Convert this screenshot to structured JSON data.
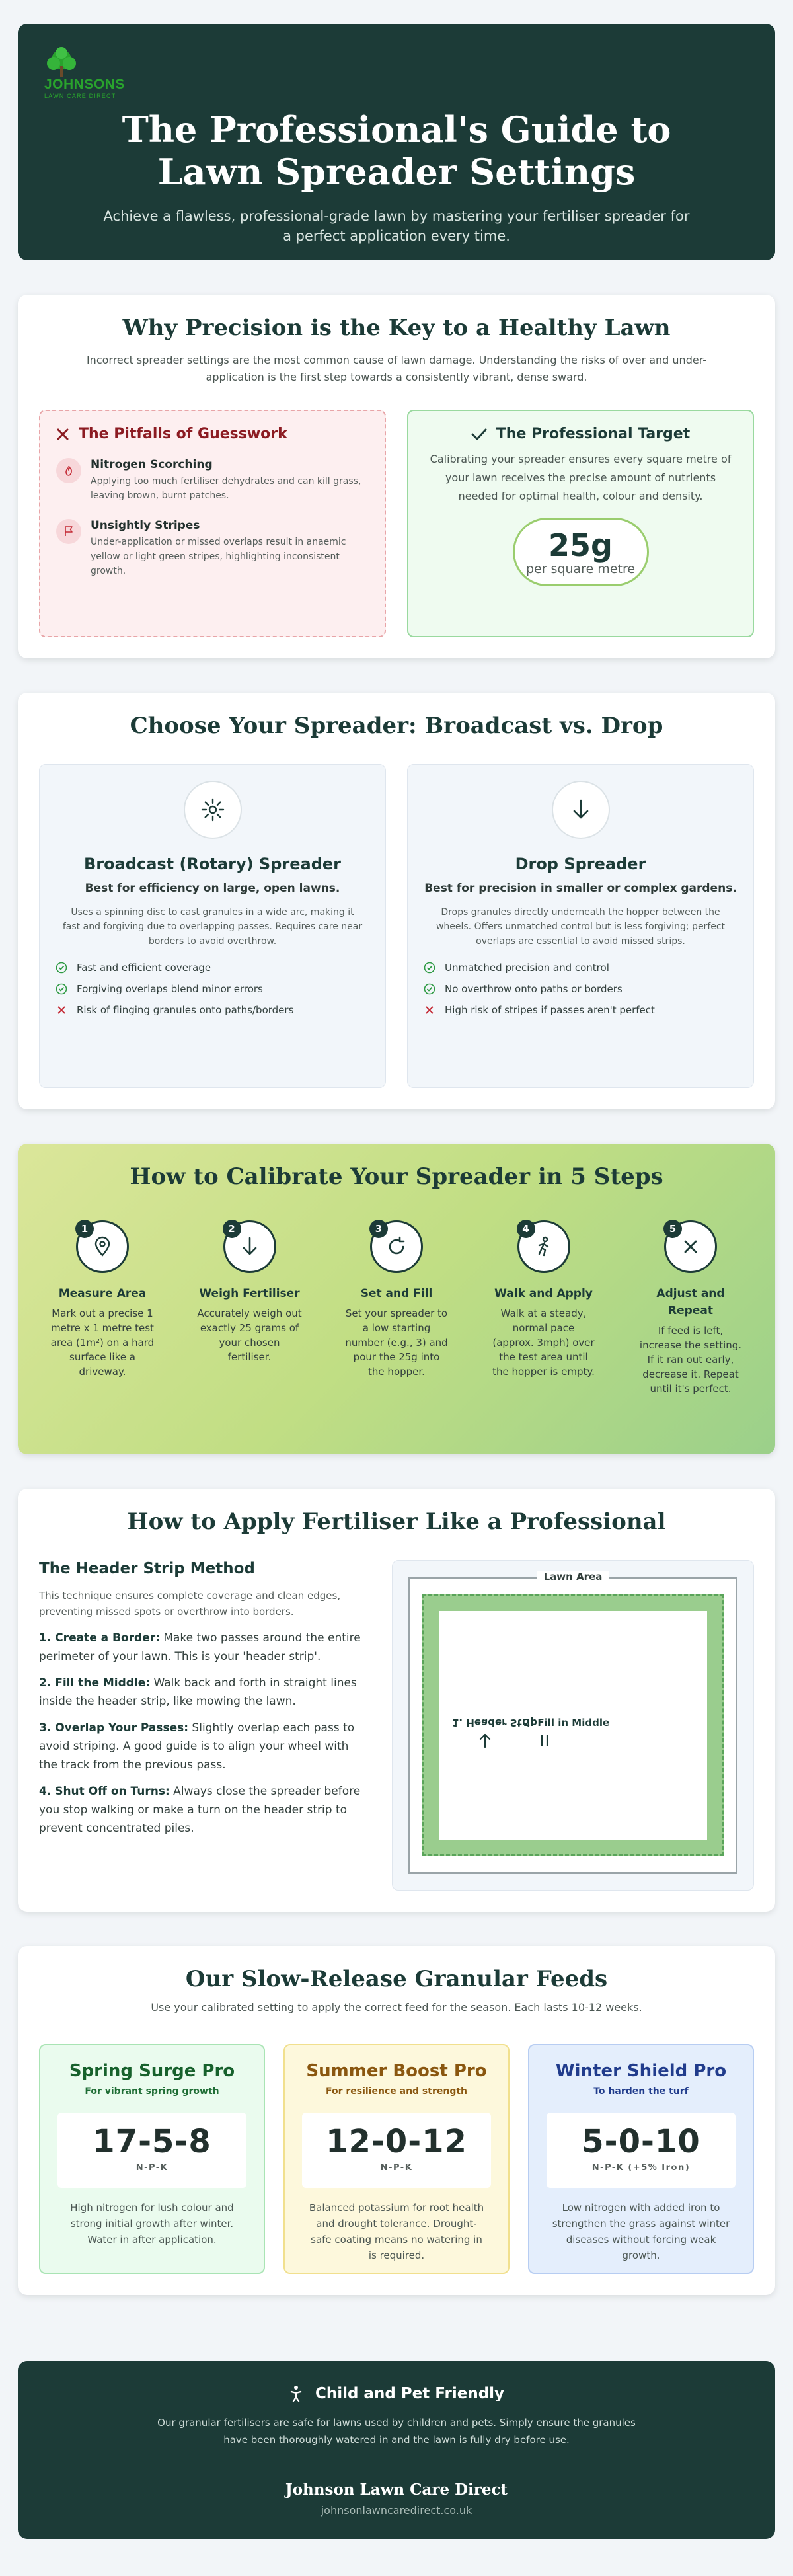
{
  "hero": {
    "logo_word": "JOHNSONS",
    "logo_sub": "LAWN CARE DIRECT",
    "title": "The Professional's Guide to Lawn Spreader Settings",
    "subtitle": "Achieve a flawless, professional-grade lawn by mastering your fertiliser spreader for a perfect application every time."
  },
  "precision": {
    "title": "Why Precision is the Key to a Healthy Lawn",
    "lead": "Incorrect spreader settings are the most common cause of lawn damage. Understanding the risks of over and under-application is the first step towards a consistently vibrant, dense sward.",
    "pitfalls_title": "The Pitfalls of Guesswork",
    "pitfalls": [
      {
        "title": "Nitrogen Scorching",
        "text": "Applying too much fertiliser dehydrates and can kill grass, leaving brown, burnt patches.",
        "icon": "fire-icon"
      },
      {
        "title": "Unsightly Stripes",
        "text": "Under-application or missed overlaps result in anaemic yellow or light green stripes, highlighting inconsistent growth.",
        "icon": "flag-icon"
      }
    ],
    "target_title": "The Professional Target",
    "target_text": "Calibrating your spreader ensures every square metre of your lawn receives the precise amount of nutrients needed for optimal health, colour and density.",
    "target_value": "25g",
    "target_unit": "per square metre"
  },
  "spreaders": {
    "title": "Choose Your Spreader: Broadcast vs. Drop",
    "items": [
      {
        "name": "Broadcast (Rotary) Spreader",
        "best": "Best for efficiency on large, open lawns.",
        "desc": "Uses a spinning disc to cast granules in a wide arc, making it fast and forgiving due to overlapping passes. Requires care near borders to avoid overthrow.",
        "points": [
          {
            "text": "Fast and efficient coverage",
            "type": "pro"
          },
          {
            "text": "Forgiving overlaps blend minor errors",
            "type": "pro"
          },
          {
            "text": "Risk of flinging granules onto paths/borders",
            "type": "con"
          }
        ]
      },
      {
        "name": "Drop Spreader",
        "best": "Best for precision in smaller or complex gardens.",
        "desc": "Drops granules directly underneath the hopper between the wheels. Offers unmatched control but is less forgiving; perfect overlaps are essential to avoid missed strips.",
        "points": [
          {
            "text": "Unmatched precision and control",
            "type": "pro"
          },
          {
            "text": "No overthrow onto paths or borders",
            "type": "pro"
          },
          {
            "text": "High risk of stripes if passes aren't perfect",
            "type": "con"
          }
        ]
      }
    ]
  },
  "calibrate": {
    "title": "How to Calibrate Your Spreader in 5 Steps",
    "steps": [
      {
        "num": "1",
        "title": "Measure Area",
        "text": "Mark out a precise 1 metre x 1 metre test area (1m²) on a hard surface like a driveway."
      },
      {
        "num": "2",
        "title": "Weigh Fertiliser",
        "text": "Accurately weigh out exactly 25 grams of your chosen fertiliser."
      },
      {
        "num": "3",
        "title": "Set and Fill",
        "text": "Set your spreader to a low starting number (e.g., 3) and pour the 25g into the hopper."
      },
      {
        "num": "4",
        "title": "Walk and Apply",
        "text": "Walk at a steady, normal pace (approx. 3mph) over the test area until the hopper is empty."
      },
      {
        "num": "5",
        "title": "Adjust and Repeat",
        "text": "If feed is left, increase the setting. If it ran out early, decrease it. Repeat until it's perfect."
      }
    ]
  },
  "apply": {
    "title": "How to Apply Fertiliser Like a Professional",
    "method_title": "The Header Strip Method",
    "intro": "This technique ensures complete coverage and clean edges, preventing missed spots or overthrow into borders.",
    "steps": [
      {
        "label": "1. Create a Border:",
        "text": " Make two passes around the entire perimeter of your lawn. This is your 'header strip'."
      },
      {
        "label": "2. Fill the Middle:",
        "text": " Walk back and forth in straight lines inside the header strip, like mowing the lawn."
      },
      {
        "label": "3. Overlap Your Passes:",
        "text": " Slightly overlap each pass to avoid striping. A good guide is to align your wheel with the track from the previous pass."
      },
      {
        "label": "4. Shut Off on Turns:",
        "text": " Always close the spreader before you stop walking or make a turn on the header strip to prevent concentrated piles."
      }
    ],
    "diagram": {
      "lawn_label": "Lawn Area",
      "strip_label": "1. Header Strip",
      "fill_label": "2. Fill in Middle"
    }
  },
  "feeds": {
    "title": "Our Slow-Release Granular Feeds",
    "lead": "Use your calibrated setting to apply the correct feed for the season. Each lasts 10-12 weeks.",
    "items": [
      {
        "name": "Spring Surge Pro",
        "for": "For vibrant spring growth",
        "npk": "17-5-8",
        "npk_label": "N-P-K",
        "text": "High nitrogen for lush colour and strong initial growth after winter. Water in after application.",
        "bg": "#eafbee",
        "border": "#a9e4b4",
        "title_color": "#17612c",
        "for_color": "#1f6d35"
      },
      {
        "name": "Summer Boost Pro",
        "for": "For resilience and strength",
        "npk": "12-0-12",
        "npk_label": "N-P-K",
        "text": "Balanced potassium for root health and drought tolerance. Drought-safe coating means no watering in is required.",
        "bg": "#fdf8dc",
        "border": "#f1e08e",
        "title_color": "#8a5710",
        "for_color": "#8a5710"
      },
      {
        "name": "Winter Shield Pro",
        "for": "To harden the turf",
        "npk": "5-0-10",
        "npk_label": "N-P-K (+5% Iron)",
        "text": "Low nitrogen with added iron to strengthen the grass against winter diseases without forcing weak growth.",
        "bg": "#e4eefc",
        "border": "#b7cdf2",
        "title_color": "#213c8c",
        "for_color": "#213c8c"
      }
    ]
  },
  "footer": {
    "title": "Child and Pet Friendly",
    "text": "Our granular fertilisers are safe for lawns used by children and pets. Simply ensure the granules have been thoroughly watered in and the lawn is fully dry before use.",
    "brand": "Johnson Lawn Care Direct",
    "url": "johnsonlawncaredirect.co.uk"
  }
}
